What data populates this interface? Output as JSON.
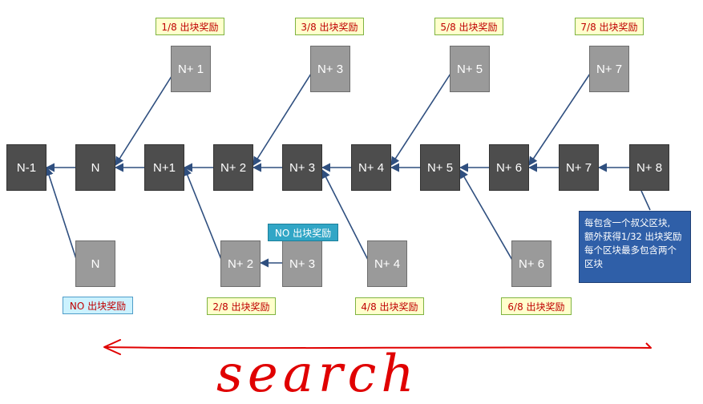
{
  "chain": [
    {
      "id": "main-n-1",
      "label": "N-1"
    },
    {
      "id": "main-n",
      "label": "N"
    },
    {
      "id": "main-n+1",
      "label": "N+1"
    },
    {
      "id": "main-n+2",
      "label": "N+ 2"
    },
    {
      "id": "main-n+3",
      "label": "N+ 3"
    },
    {
      "id": "main-n+4",
      "label": "N+ 4"
    },
    {
      "id": "main-n+5",
      "label": "N+ 5"
    },
    {
      "id": "main-n+6",
      "label": "N+ 6"
    },
    {
      "id": "main-n+7",
      "label": "N+ 7"
    },
    {
      "id": "main-n+8",
      "label": "N+ 8"
    }
  ],
  "uncles": [
    {
      "id": "uncle-top-n+1",
      "label": "N+ 1",
      "reward": "1/8 出块奖励"
    },
    {
      "id": "uncle-top-n+3",
      "label": "N+ 3",
      "reward": "3/8 出块奖励"
    },
    {
      "id": "uncle-top-n+5",
      "label": "N+ 5",
      "reward": "5/8 出块奖励"
    },
    {
      "id": "uncle-top-n+7",
      "label": "N+ 7",
      "reward": "7/8 出块奖励"
    },
    {
      "id": "uncle-bottom-n",
      "label": "N",
      "reward": "NO 出块奖励"
    },
    {
      "id": "uncle-bottom-n+2",
      "label": "N+ 2",
      "reward": "2/8 出块奖励"
    },
    {
      "id": "uncle-bottom-n+3b",
      "label": "N+ 3",
      "reward": "NO 出块奖励"
    },
    {
      "id": "uncle-bottom-n+4",
      "label": "N+ 4",
      "reward": "4/8 出块奖励"
    },
    {
      "id": "uncle-bottom-n+6",
      "label": "N+ 6",
      "reward": "6/8 出块奖励"
    }
  ],
  "note": {
    "lines": [
      "每包含一个叔父区块,",
      "额外获得1/32 出块奖励",
      "每个区块最多包含两个",
      "区块"
    ]
  },
  "annotation": {
    "text": "search"
  },
  "colors": {
    "main_node": "#4d4d4d",
    "uncle_node": "#9a9a9a",
    "arrow": "#2f4f7f",
    "reward_text": "#c00000",
    "annotation": "#e00000",
    "note_bg": "#2f5fa8"
  }
}
